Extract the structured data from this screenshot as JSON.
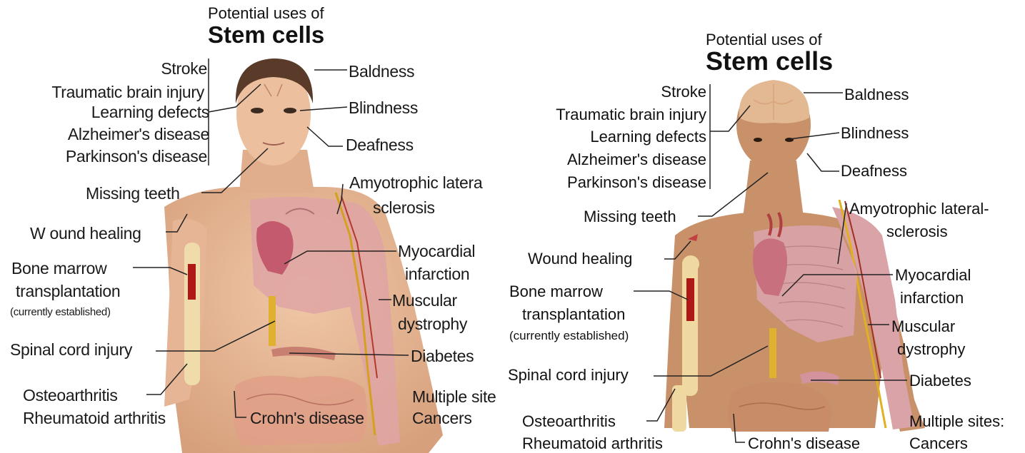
{
  "left": {
    "title_small": "Potential uses of",
    "title_big": "Stem cells",
    "labels": {
      "stroke": "Stroke",
      "tbi": "Traumatic brain injury",
      "learning": "Learning defects",
      "alzheimer": "Alzheimer's disease",
      "parkinson": "Parkinson's disease",
      "baldness": "Baldness",
      "blindness": "Blindness",
      "deafness": "Deafness",
      "teeth": "Missing teeth",
      "als1": "Amyotrophic latera",
      "als2": "sclerosis",
      "wound": "W ound healing",
      "myo1": "Myocardial",
      "myo2": "infarction",
      "bone1": "Bone marrow",
      "bone2": "transplantation",
      "bone3": "(currently established)",
      "musc1": "Muscular",
      "musc2": "dystrophy",
      "spinal": "Spinal cord injury",
      "diabetes": "Diabetes",
      "osteo": "Osteoarthritis",
      "multi": "Multiple site",
      "rheum": "Rheumatoid arthritis",
      "crohn": "Crohn's disease",
      "cancers": "Cancers"
    }
  },
  "right": {
    "title_small": "Potential uses of",
    "title_big": "Stem cells",
    "labels": {
      "stroke": "Stroke",
      "tbi": "Traumatic brain injury",
      "learning": "Learning defects",
      "alzheimer": "Alzheimer's disease",
      "parkinson": "Parkinson's disease",
      "baldness": "Baldness",
      "blindness": "Blindness",
      "deafness": "Deafness",
      "teeth": "Missing teeth",
      "als1": "Amyotrophic lateral-",
      "als2": "sclerosis",
      "wound": "Wound healing",
      "myo1": "Myocardial",
      "myo2": "infarction",
      "bone1": "Bone marrow",
      "bone2": "transplantation",
      "bone3": "(currently established)",
      "musc1": "Muscular",
      "musc2": "dystrophy",
      "spinal": "Spinal cord injury",
      "diabetes": "Diabetes",
      "osteo": "Osteoarthritis",
      "multi": "Multiple sites:",
      "rheum": "Rheumatoid arthritis",
      "crohn": "Crohn's disease",
      "cancers": "Cancers"
    }
  },
  "colors": {
    "skin_photo": "#e3b592",
    "skin_illustration": "#c8916a",
    "muscle": "#d9a3a8",
    "heart": "#c9707e",
    "bone": "#f0d9a0",
    "marrow": "#b01818",
    "nerve": "#e0b020",
    "leader_line": "#222222"
  }
}
